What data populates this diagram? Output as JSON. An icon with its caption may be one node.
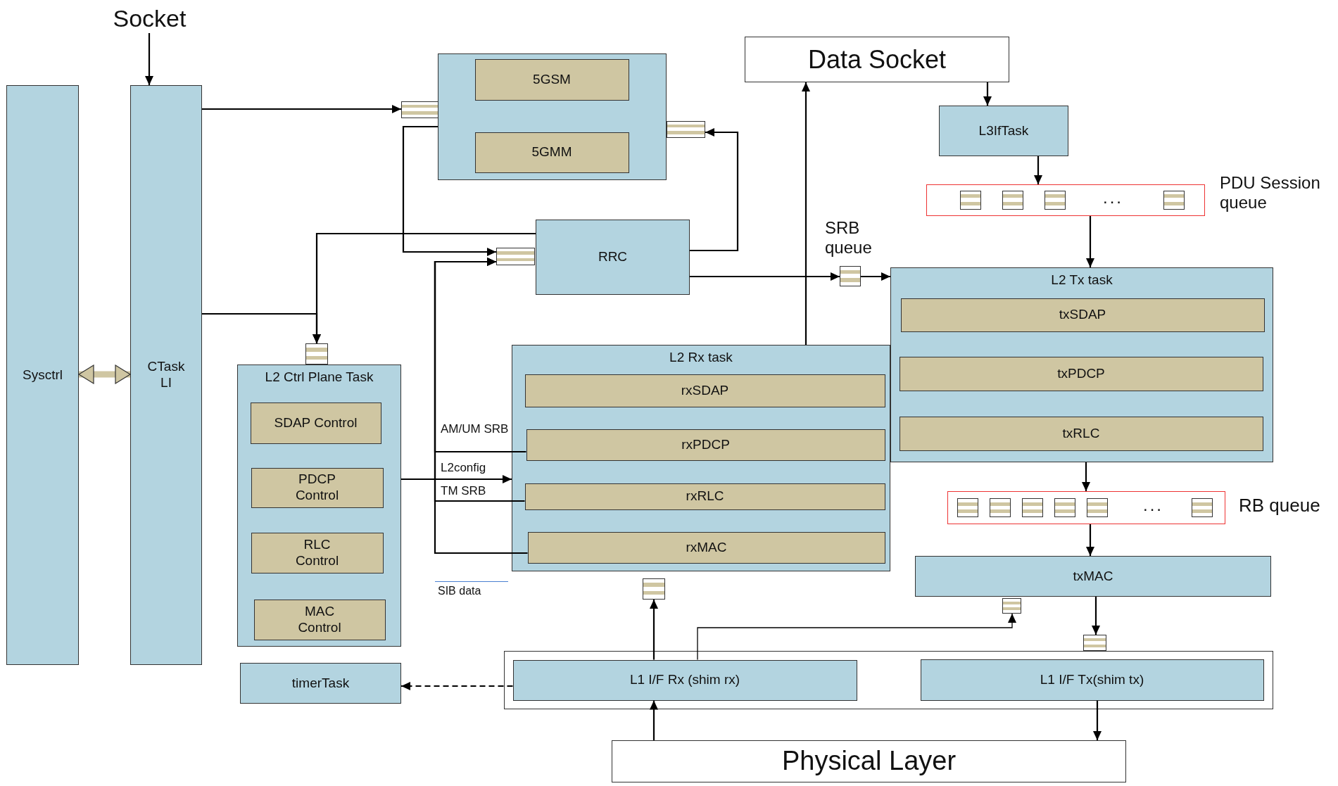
{
  "diagram": {
    "nodes": [
      {
        "text": [
          "Socket"
        ]
      },
      {
        "text": [
          "Sysctrl"
        ]
      },
      {
        "text": [
          "CTask LI"
        ]
      },
      {
        "text": [],
        "shape": "box"
      },
      {
        "text": [
          "5GSM"
        ],
        "in": 3
      },
      {
        "text": [
          "5GMM"
        ],
        "in": 3
      },
      {
        "text": [],
        "shape": "box"
      },
      {
        "text": [],
        "shape": "box"
      },
      {
        "text": [
          "Data Socket"
        ]
      },
      {
        "text": [
          "L3IfTask"
        ]
      },
      {
        "text": [
          "...",
          "PDU Session queue"
        ]
      },
      {
        "text": [],
        "shape": "box"
      },
      {
        "text": [
          "RRC"
        ]
      },
      {
        "text": [
          "SRB queue"
        ]
      },
      {
        "text": [
          "L2 Tx task"
        ]
      },
      {
        "text": [
          "txSDAP"
        ],
        "in": 14
      },
      {
        "text": [
          "txPDCP"
        ],
        "in": 14
      },
      {
        "text": [
          "txRLC"
        ],
        "in": 14
      },
      {
        "text": [],
        "shape": "box"
      },
      {
        "text": [
          "L2 Ctrl Plane Task"
        ]
      },
      {
        "text": [
          "SDAP Control"
        ],
        "in": 19
      },
      {
        "text": [
          "PDCP Control"
        ],
        "in": 19
      },
      {
        "text": [
          "RLC Control"
        ],
        "in": 19
      },
      {
        "text": [
          "MAC Control"
        ],
        "in": 19
      },
      {
        "text": [
          "L2 Rx task"
        ]
      },
      {
        "text": [
          "rxSDAP"
        ],
        "in": 24
      },
      {
        "text": [
          "rxPDCP"
        ],
        "in": 24
      },
      {
        "text": [
          "rxRLC"
        ],
        "in": 24
      },
      {
        "text": [
          "rxMAC"
        ],
        "in": 24
      },
      {
        "text": [
          "...",
          "RB queue"
        ]
      },
      {
        "text": [
          "txMAC"
        ]
      },
      {
        "text": [],
        "shape": "box"
      },
      {
        "text": [],
        "shape": "box"
      },
      {
        "text": [],
        "shape": "box"
      },
      {
        "text": [
          "timerTask"
        ]
      },
      {
        "text": [],
        "shape": "box"
      },
      {
        "text": [
          "L1 I/F Rx (shim rx)"
        ],
        "in": 35
      },
      {
        "text": [
          "L1 I/F Tx(shim tx)"
        ],
        "in": 35
      },
      {
        "text": [
          "Physical Layer"
        ]
      }
    ],
    "edges": [
      {
        "from": 0,
        "to": 2,
        "arrow": "to"
      },
      {
        "from": 1,
        "to": 2,
        "arrow": "both",
        "style": "thick",
        "color": "#cfc6a2"
      },
      {
        "from": 2,
        "to": 6,
        "arrow": "to"
      },
      {
        "from": 3,
        "to": 11,
        "arrow": "to"
      },
      {
        "from": 12,
        "to": 7,
        "arrow": "to"
      },
      {
        "from": 12,
        "to": 18,
        "arrow": "to"
      },
      {
        "from": 2,
        "to": 18,
        "arrow": "to"
      },
      {
        "from": 12,
        "to": 13,
        "arrow": "to"
      },
      {
        "from": 13,
        "to": 14,
        "arrow": "to"
      },
      {
        "from": 24,
        "to": 8,
        "arrow": "to"
      },
      {
        "from": 8,
        "to": 9,
        "arrow": "to"
      },
      {
        "from": 9,
        "to": 10,
        "arrow": "to"
      },
      {
        "from": 10,
        "to": 14,
        "arrow": "to"
      },
      {
        "from": 14,
        "to": 29,
        "arrow": "to"
      },
      {
        "from": 29,
        "to": 30,
        "arrow": "to"
      },
      {
        "from": 30,
        "to": 33,
        "arrow": "to"
      },
      {
        "from": 36,
        "to": 32,
        "arrow": "to"
      },
      {
        "from": 36,
        "to": 31,
        "arrow": "to"
      },
      {
        "from": 38,
        "to": 36,
        "arrow": "to"
      },
      {
        "from": 37,
        "to": 38,
        "arrow": "to"
      },
      {
        "from": 36,
        "to": 34,
        "arrow": "to",
        "style": "dashed"
      },
      {
        "from": 26,
        "to": 11,
        "arrow": "to",
        "label": "AM/UM SRB"
      },
      {
        "from": 19,
        "to": 24,
        "arrow": "to",
        "label": "L2config"
      },
      {
        "from": 27,
        "to": 11,
        "arrow": "to",
        "label": "TM SRB"
      },
      {
        "from": 28,
        "to": 11,
        "arrow": "to"
      }
    ],
    "labels": [
      "SIB data"
    ]
  }
}
